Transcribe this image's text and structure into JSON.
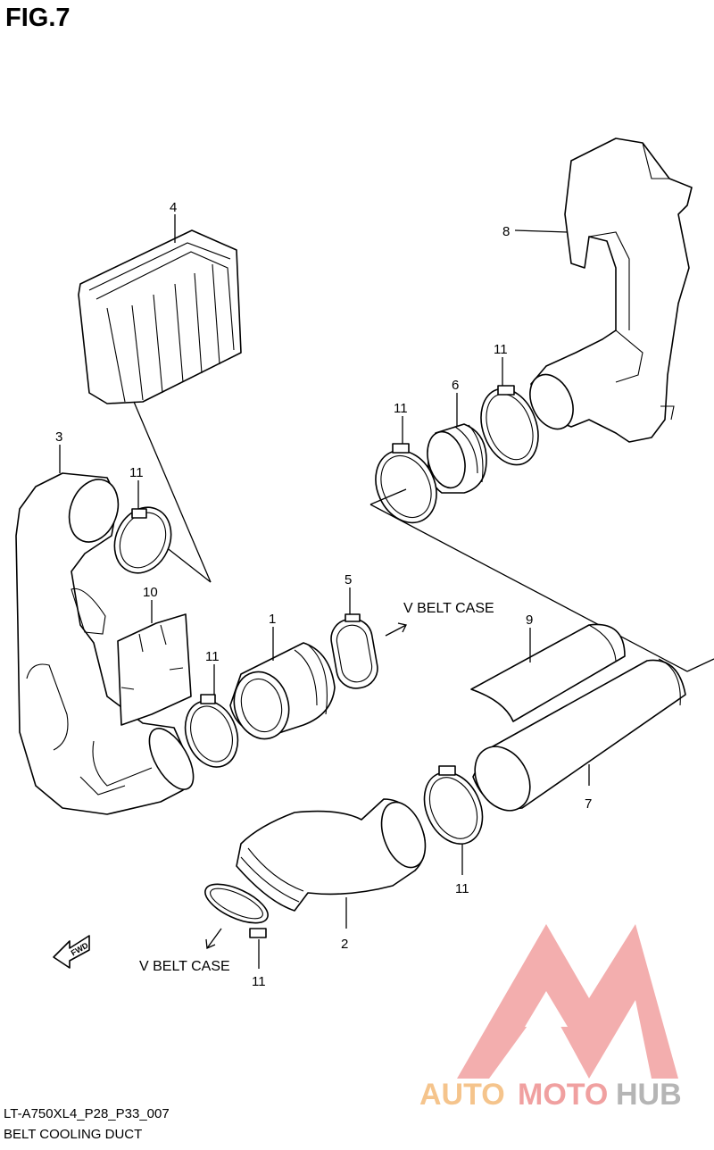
{
  "figure": {
    "title": "FIG.7"
  },
  "labels": {
    "v_belt_case_upper": "V BELT CASE",
    "v_belt_case_lower": "V BELT CASE",
    "fwd": "FWD"
  },
  "callouts": {
    "c1": "1",
    "c2": "2",
    "c3": "3",
    "c4": "4",
    "c5": "5",
    "c6": "6",
    "c7": "7",
    "c8": "8",
    "c9": "9",
    "c10": "10",
    "c11a": "11",
    "c11b": "11",
    "c11c": "11",
    "c11d": "11",
    "c11e": "11",
    "c11f": "11"
  },
  "watermark": {
    "brand_part1": "AUTO",
    "brand_part2": "MOTO",
    "brand_part3": "HUB",
    "colors": {
      "logo": "#f2a6a6",
      "auto": "#f5c48c",
      "moto": "#f0a0a0",
      "hub": "#b5b5b5"
    }
  },
  "footer": {
    "code": "LT-A750XL4_P28_P33_007",
    "name": "BELT COOLING DUCT"
  }
}
